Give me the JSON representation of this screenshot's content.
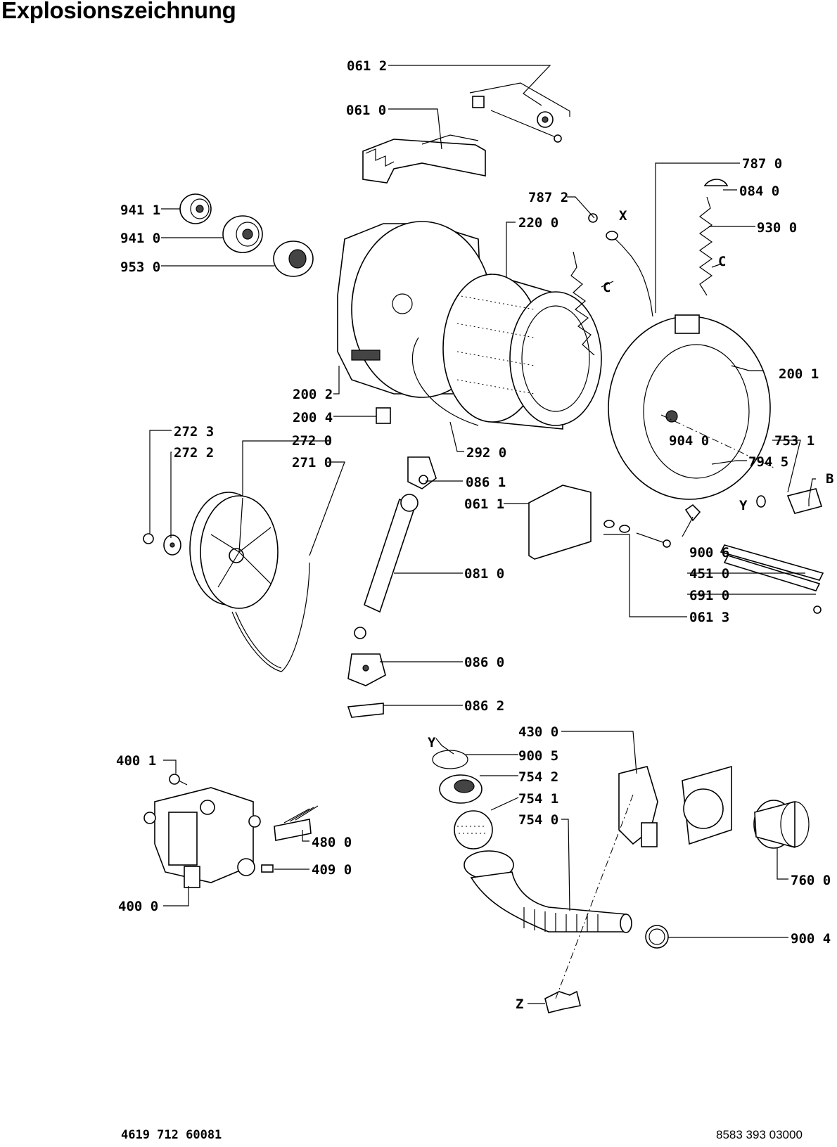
{
  "title": "Explosionszeichnung",
  "labels": {
    "p0612": "061 2",
    "p0610": "061 0",
    "p7870": "787 0",
    "p7872": "787 2",
    "x": "X",
    "p0840": "084 0",
    "p2200": "220 0",
    "p9300": "930 0",
    "p9411": "941 1",
    "p9410": "941 0",
    "p9530": "953 0",
    "c1": "C",
    "c2": "C",
    "p2001": "200 1",
    "p2002": "200 2",
    "p2004": "200 4",
    "p2723": "272 3",
    "p2722": "272 2",
    "p2720": "272 0",
    "p2710": "271 0",
    "p2920": "292 0",
    "p0861": "086 1",
    "p9040": "904 0",
    "p7531": "753 1",
    "p7945": "794 5",
    "b": "B",
    "p0611": "061 1",
    "y1": "Y",
    "p9006": "900 6",
    "p4510": "451 0",
    "p0810": "081 0",
    "p6910": "691 0",
    "p0613": "061 3",
    "p0860": "086 0",
    "p0862": "086 2",
    "p4300": "430 0",
    "y2": "Y",
    "p9005": "900 5",
    "p4001": "400 1",
    "p7542": "754 2",
    "p7541": "754 1",
    "p7540": "754 0",
    "p4800": "480 0",
    "p4090": "409 0",
    "p4000": "400 0",
    "p7600": "760 0",
    "p9004": "900 4",
    "z": "Z"
  },
  "footer": {
    "left_code": "4619 712 60081",
    "right_code": "8583 393 03000"
  }
}
